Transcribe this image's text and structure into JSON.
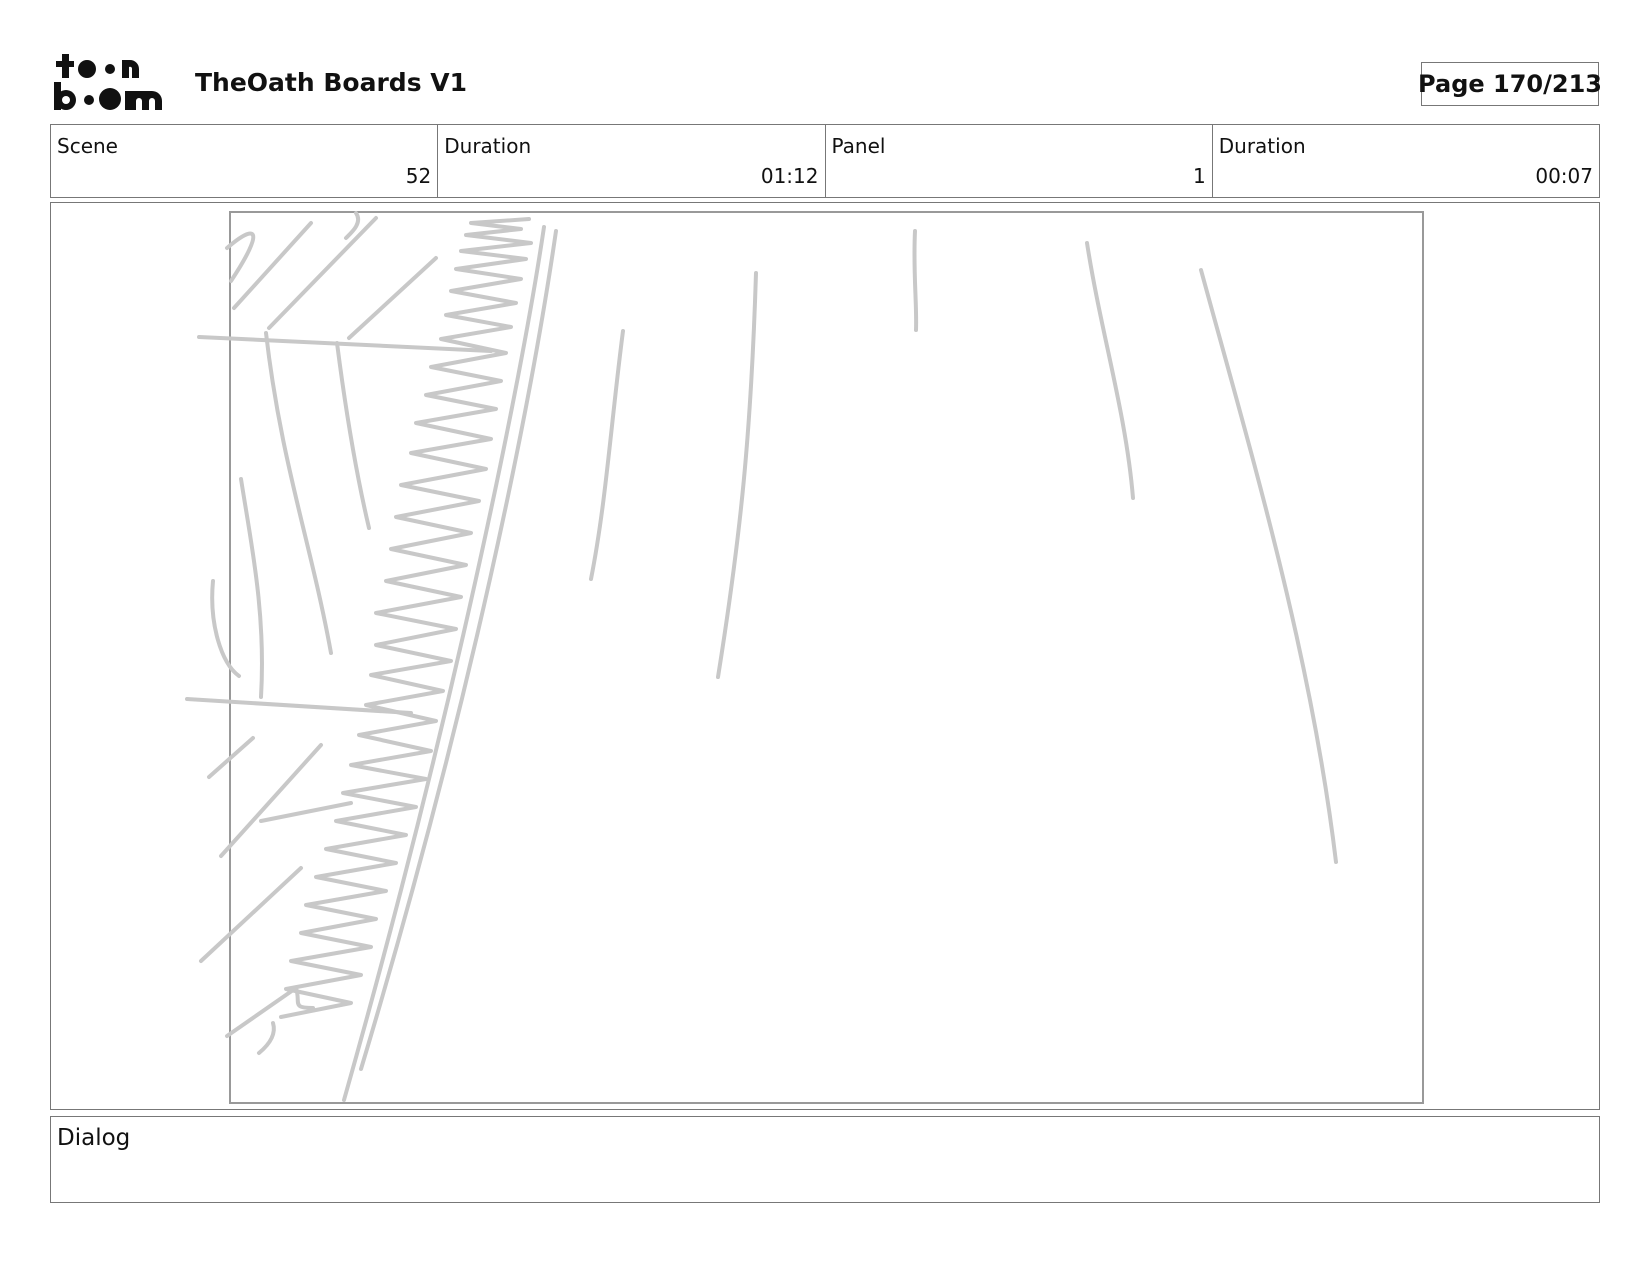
{
  "header": {
    "logo_text_top": "toon",
    "logo_text_bottom": "boom",
    "title": "TheOath Boards V1",
    "page_label": "Page 170/213"
  },
  "info": {
    "scene_label": "Scene",
    "scene_value": "52",
    "scene_duration_label": "Duration",
    "scene_duration_value": "01:12",
    "panel_label": "Panel",
    "panel_value": "1",
    "panel_duration_label": "Duration",
    "panel_duration_value": "00:07"
  },
  "panel": {
    "sketch_stroke_color": "#c8c8c8",
    "camera_frame_color": "#999999"
  },
  "dialog": {
    "label": "Dialog",
    "text": ""
  }
}
